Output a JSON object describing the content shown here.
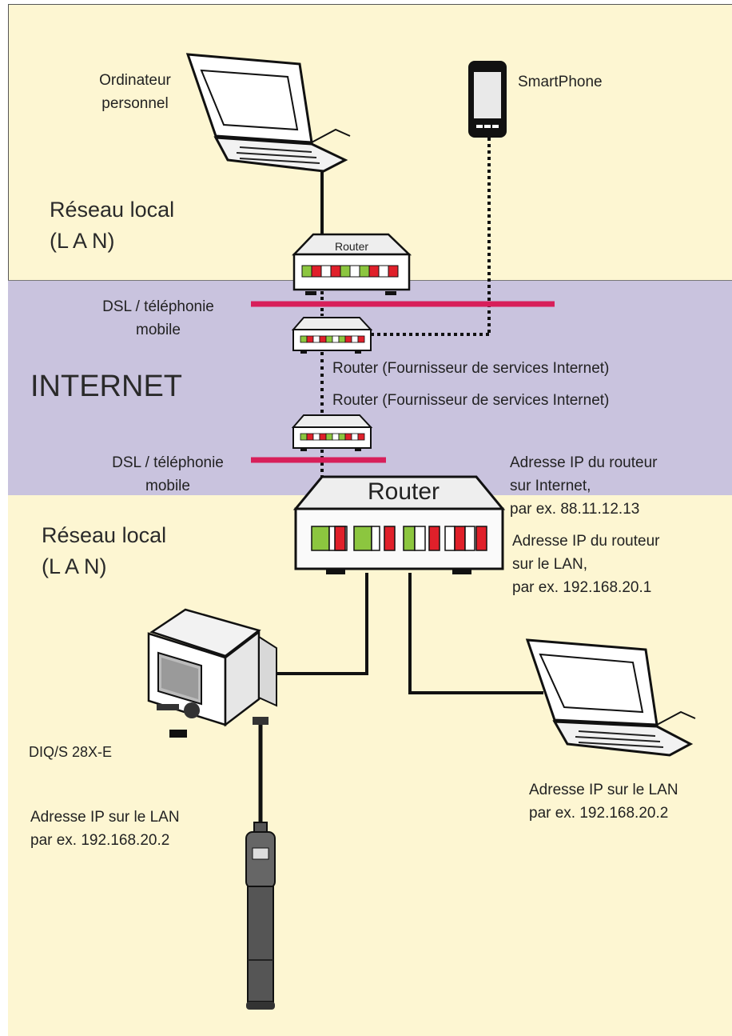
{
  "zones": {
    "top_lan": {
      "label_line1": "Réseau local",
      "label_line2": "(L A N)"
    },
    "internet": {
      "label": "INTERNET"
    },
    "bottom_lan": {
      "label_line1": "Réseau local",
      "label_line2": "(L A N)"
    }
  },
  "devices": {
    "pc_top": {
      "label_line1": "Ordinateur",
      "label_line2": "personnel"
    },
    "smartphone": {
      "label": "SmartPhone"
    },
    "router_top": {
      "label": "Router"
    },
    "isp_router_1": {
      "label": "Router (Fournisseur de services Internet)"
    },
    "isp_router_2": {
      "label": "Router (Fournisseur de services Internet)"
    },
    "router_main": {
      "label": "Router"
    },
    "controller": {
      "label": "DIQ/S 28X-E",
      "ip_line1": "Adresse IP sur le LAN",
      "ip_line2": "par ex. 192.168.20.2"
    },
    "laptop_bottom": {
      "ip_line1": "Adresse IP sur le LAN",
      "ip_line2": "par ex. 192.168.20.2"
    }
  },
  "links": {
    "dsl_top": {
      "label_line1": "DSL / téléphonie",
      "label_line2": "mobile"
    },
    "dsl_bottom": {
      "label_line1": "DSL / téléphonie",
      "label_line2": "mobile"
    }
  },
  "annotations": {
    "router_internet_ip": {
      "line1": "Adresse IP du routeur",
      "line2": "sur Internet,",
      "line3": "par ex. 88.11.12.13"
    },
    "router_lan_ip": {
      "line1": "Adresse IP du routeur",
      "line2": "sur le LAN,",
      "line3": "par ex. 192.168.20.1"
    }
  },
  "colors": {
    "lan_background": "#fdf6d2",
    "internet_background": "#c9c3de",
    "dsl_line": "#d81f5a",
    "led_green": "#8cc63f",
    "led_red": "#e0202a"
  }
}
